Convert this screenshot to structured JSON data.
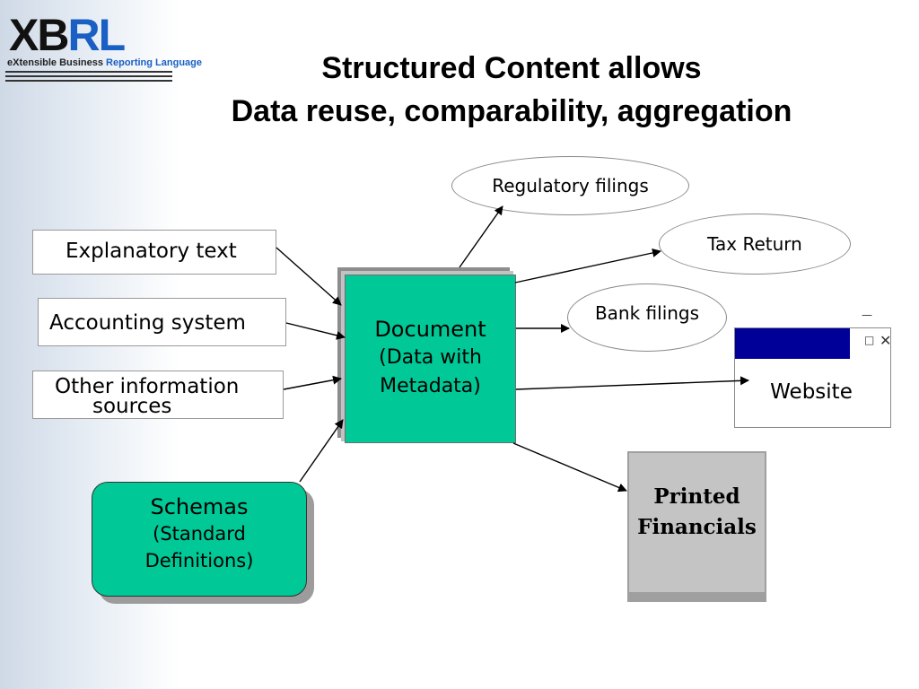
{
  "logo": {
    "letters_black": "XB",
    "letters_blue": "RL",
    "subtitle_part1": "eXtensible Business ",
    "subtitle_part2": "Reporting Language"
  },
  "title": {
    "line1": "Structured Content allows",
    "line2": "Data reuse, comparability, aggregation"
  },
  "inputs": {
    "explanatory": "Explanatory text",
    "accounting": "Accounting system",
    "other_line1": "Other information",
    "other_line2": "sources"
  },
  "document": {
    "label": "Document",
    "sub_line1": "(Data with",
    "sub_line2": "Metadata)"
  },
  "schemas": {
    "label": "Schemas",
    "sub_line1": "(Standard",
    "sub_line2": "Definitions)"
  },
  "outputs": {
    "regulatory": "Regulatory filings",
    "tax": "Tax Return",
    "bank": "Bank filings",
    "website": "Website",
    "printed_line1": "Printed",
    "printed_line2": "Financials"
  },
  "colors": {
    "box_fill": "#00c896",
    "browser_titlebar": "#000099",
    "printed_fill": "#c4c4c4",
    "logo_blue": "#1a5fc4"
  }
}
